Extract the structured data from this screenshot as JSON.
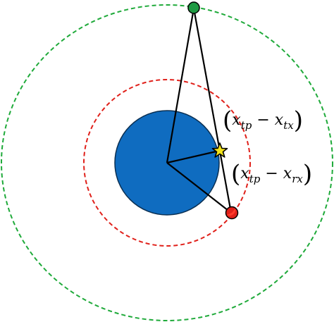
{
  "figure": {
    "colors": {
      "planet_fill": "#0f6cc0",
      "planet_stroke": "#0a2f52",
      "inner_orbit": "#e0201a",
      "outer_orbit": "#1faa3a",
      "transmitter": "#1f9a43",
      "receiver": "#e0201a",
      "tangent_point": "#f2e21a",
      "lines": "#000000"
    },
    "labels": {
      "upper": {
        "variable": "x",
        "sub_first": "tp",
        "operator": "−",
        "sub_second": "tx",
        "open_paren": "(",
        "close_paren": ")"
      },
      "lower": {
        "variable": "x",
        "sub_first": "tp",
        "operator": "−",
        "sub_second": "rx",
        "open_paren": "(",
        "close_paren": ")"
      }
    }
  }
}
